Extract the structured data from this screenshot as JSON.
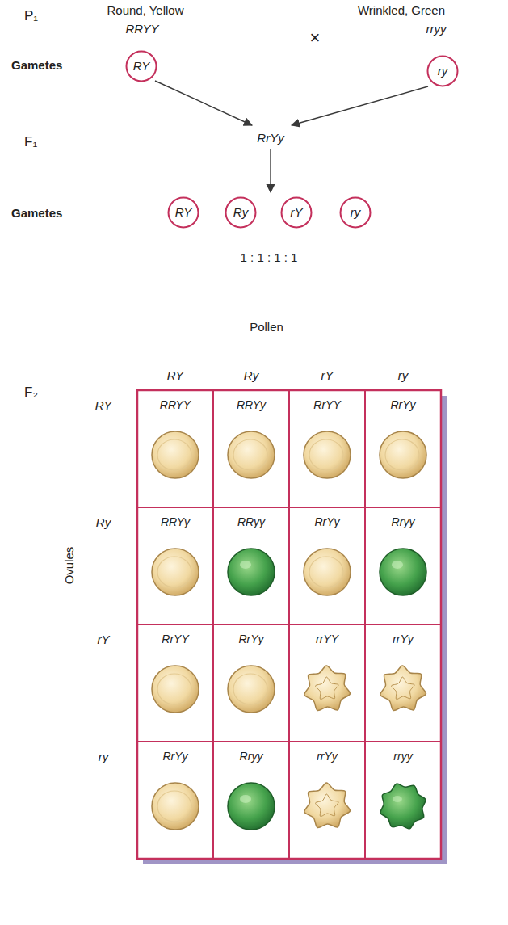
{
  "diagram": {
    "nodes": [
      {
        "text": [
          "RY"
        ]
      },
      {
        "text": [
          "ry"
        ]
      },
      {
        "text": [
          "RY"
        ]
      },
      {
        "text": [
          "Ry"
        ]
      },
      {
        "text": [
          "rY"
        ]
      },
      {
        "text": [
          "ry"
        ]
      }
    ],
    "labels": [
      "P₁",
      "Round, Yellow",
      "RRYY",
      "×",
      "Wrinkled, Green",
      "rryy",
      "Gametes",
      "RrYy",
      "F₁",
      "Gametes",
      "1 : 1 : 1 : 1",
      "Pollen",
      "F₂",
      "RY",
      "Ry",
      "rY",
      "ry",
      "Ovules",
      "RY",
      "RRYY",
      "RRYy",
      "RrYY",
      "RrYy",
      "Ry",
      "RRYy",
      "RRyy",
      "RrYy",
      "Rryy",
      "rY",
      "RrYY",
      "RrYy",
      "rrYY",
      "rrYy",
      "ry",
      "RrYy",
      "Rryy",
      "rrYy",
      "rryy"
    ]
  }
}
